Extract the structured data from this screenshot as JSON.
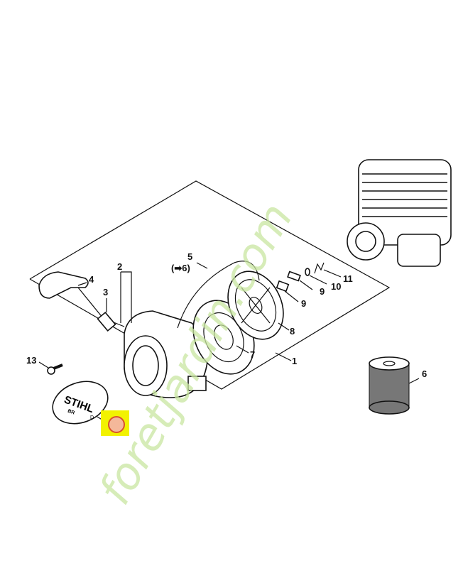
{
  "diagram": {
    "callouts": [
      {
        "id": "1",
        "text": "1"
      },
      {
        "id": "2",
        "text": "2"
      },
      {
        "id": "3",
        "text": "3"
      },
      {
        "id": "4",
        "text": "4"
      },
      {
        "id": "5",
        "text": "5"
      },
      {
        "id": "5-ref",
        "text": "(➡6)"
      },
      {
        "id": "6",
        "text": "6"
      },
      {
        "id": "7",
        "text": "7"
      },
      {
        "id": "8",
        "text": "8"
      },
      {
        "id": "9a",
        "text": "9"
      },
      {
        "id": "9b",
        "text": "9"
      },
      {
        "id": "10",
        "text": "10"
      },
      {
        "id": "11",
        "text": "11"
      },
      {
        "id": "13",
        "text": "13"
      }
    ],
    "badge_logo": {
      "brand": "STIHL",
      "sub": "BR",
      "mark": "D"
    },
    "watermark": {
      "text": "foretjardin.com",
      "color_left": "#c8e6a0",
      "color_right": "#cfc8b8"
    },
    "highlight": {
      "fill": "#f2f200",
      "circle": "#f4b89a",
      "stroke": "#d8522a"
    }
  }
}
